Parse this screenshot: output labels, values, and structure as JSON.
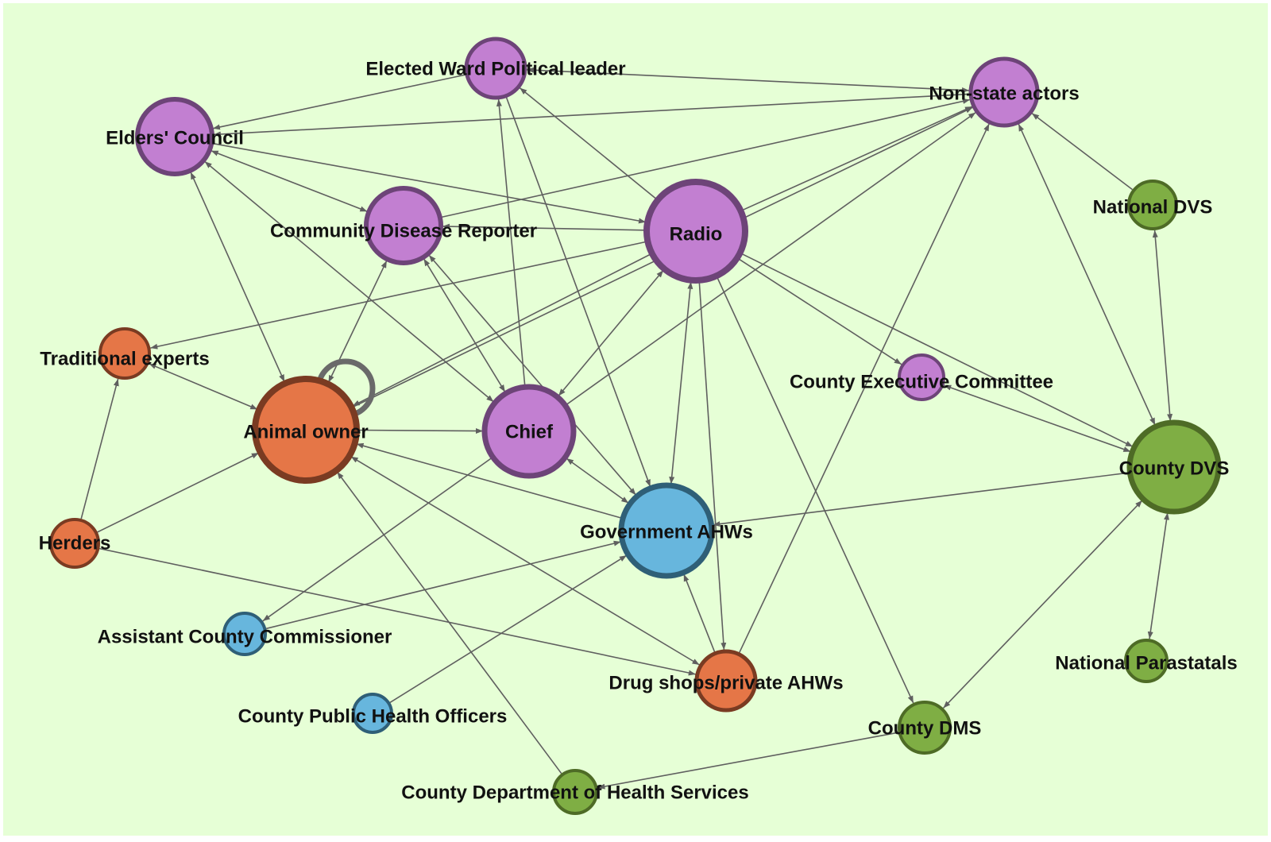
{
  "colors": {
    "background": "#e6ffd6",
    "edge": "#5f5f5f",
    "label": "#111111",
    "groups": {
      "purple": {
        "fill": "#c27fd1",
        "stroke": "#6d4478"
      },
      "orange": {
        "fill": "#e57647",
        "stroke": "#7a3b22"
      },
      "blue": {
        "fill": "#67b6dd",
        "stroke": "#2f5f77"
      },
      "green": {
        "fill": "#7fae44",
        "stroke": "#4e6b26"
      }
    }
  },
  "nodes": [
    {
      "id": "elected-ward-political-leader",
      "label": "Elected Ward Political leader",
      "group": "purple"
    },
    {
      "id": "non-state-actors",
      "label": "Non-state actors",
      "group": "purple"
    },
    {
      "id": "elders-council",
      "label": "Elders' Council",
      "group": "purple"
    },
    {
      "id": "community-disease-reporter",
      "label": "Community Disease Reporter",
      "group": "purple"
    },
    {
      "id": "radio",
      "label": "Radio",
      "group": "purple"
    },
    {
      "id": "national-dvs",
      "label": "National DVS",
      "group": "green"
    },
    {
      "id": "traditional-experts",
      "label": "Traditional experts",
      "group": "orange"
    },
    {
      "id": "county-executive-committee",
      "label": "County Executive Committee",
      "group": "purple"
    },
    {
      "id": "animal-owner",
      "label": "Animal owner",
      "group": "orange"
    },
    {
      "id": "chief",
      "label": "Chief",
      "group": "purple"
    },
    {
      "id": "county-dvs",
      "label": "County DVS",
      "group": "green"
    },
    {
      "id": "government-ahws",
      "label": "Government AHWs",
      "group": "blue"
    },
    {
      "id": "herders",
      "label": "Herders",
      "group": "orange"
    },
    {
      "id": "assistant-county-commissioner",
      "label": "Assistant County Commissioner",
      "group": "blue"
    },
    {
      "id": "national-parastatals",
      "label": "National Parastatals",
      "group": "green"
    },
    {
      "id": "drug-shops-private-ahws",
      "label": "Drug shops/private AHWs",
      "group": "orange"
    },
    {
      "id": "county-public-health-officers",
      "label": "County Public Health Officers",
      "group": "blue"
    },
    {
      "id": "county-dms",
      "label": "County DMS",
      "group": "green"
    },
    {
      "id": "county-department-of-health-services",
      "label": "County Department of Health Services",
      "group": "green"
    }
  ],
  "edges": [
    {
      "from": "elected-ward-political-leader",
      "to": "elders-council",
      "direction": "forward"
    },
    {
      "from": "elected-ward-political-leader",
      "to": "non-state-actors",
      "direction": "both"
    },
    {
      "from": "elected-ward-political-leader",
      "to": "government-ahws",
      "direction": "forward"
    },
    {
      "from": "chief",
      "to": "elected-ward-political-leader",
      "direction": "forward"
    },
    {
      "from": "radio",
      "to": "elected-ward-political-leader",
      "direction": "forward"
    },
    {
      "from": "elders-council",
      "to": "community-disease-reporter",
      "direction": "both"
    },
    {
      "from": "elders-council",
      "to": "radio",
      "direction": "forward"
    },
    {
      "from": "elders-council",
      "to": "animal-owner",
      "direction": "both"
    },
    {
      "from": "elders-council",
      "to": "chief",
      "direction": "both"
    },
    {
      "from": "non-state-actors",
      "to": "elders-council",
      "direction": "forward"
    },
    {
      "from": "community-disease-reporter",
      "to": "non-state-actors",
      "direction": "forward"
    },
    {
      "from": "community-disease-reporter",
      "to": "chief",
      "direction": "both"
    },
    {
      "from": "community-disease-reporter",
      "to": "government-ahws",
      "direction": "both"
    },
    {
      "from": "radio",
      "to": "community-disease-reporter",
      "direction": "forward"
    },
    {
      "from": "animal-owner",
      "to": "community-disease-reporter",
      "direction": "both"
    },
    {
      "from": "radio",
      "to": "non-state-actors",
      "direction": "forward"
    },
    {
      "from": "radio",
      "to": "traditional-experts",
      "direction": "forward"
    },
    {
      "from": "radio",
      "to": "animal-owner",
      "direction": "forward"
    },
    {
      "from": "radio",
      "to": "chief",
      "direction": "both"
    },
    {
      "from": "radio",
      "to": "government-ahws",
      "direction": "both"
    },
    {
      "from": "radio",
      "to": "county-executive-committee",
      "direction": "forward"
    },
    {
      "from": "radio",
      "to": "county-dvs",
      "direction": "forward"
    },
    {
      "from": "radio",
      "to": "drug-shops-private-ahws",
      "direction": "forward"
    },
    {
      "from": "radio",
      "to": "county-dms",
      "direction": "forward"
    },
    {
      "from": "animal-owner",
      "to": "non-state-actors",
      "direction": "forward"
    },
    {
      "from": "chief",
      "to": "non-state-actors",
      "direction": "forward"
    },
    {
      "from": "drug-shops-private-ahws",
      "to": "non-state-actors",
      "direction": "forward"
    },
    {
      "from": "county-dvs",
      "to": "non-state-actors",
      "direction": "both"
    },
    {
      "from": "national-dvs",
      "to": "non-state-actors",
      "direction": "forward"
    },
    {
      "from": "national-dvs",
      "to": "county-dvs",
      "direction": "both"
    },
    {
      "from": "traditional-experts",
      "to": "animal-owner",
      "direction": "both"
    },
    {
      "from": "herders",
      "to": "traditional-experts",
      "direction": "forward"
    },
    {
      "from": "county-dvs",
      "to": "county-executive-committee",
      "direction": "both"
    },
    {
      "from": "animal-owner",
      "to": "animal-owner",
      "direction": "self"
    },
    {
      "from": "animal-owner",
      "to": "chief",
      "direction": "forward"
    },
    {
      "from": "government-ahws",
      "to": "animal-owner",
      "direction": "forward"
    },
    {
      "from": "drug-shops-private-ahws",
      "to": "animal-owner",
      "direction": "both"
    },
    {
      "from": "herders",
      "to": "animal-owner",
      "direction": "forward"
    },
    {
      "from": "county-department-of-health-services",
      "to": "animal-owner",
      "direction": "forward"
    },
    {
      "from": "chief",
      "to": "government-ahws",
      "direction": "both"
    },
    {
      "from": "chief",
      "to": "assistant-county-commissioner",
      "direction": "forward"
    },
    {
      "from": "county-dvs",
      "to": "government-ahws",
      "direction": "forward"
    },
    {
      "from": "county-dvs",
      "to": "county-dms",
      "direction": "both"
    },
    {
      "from": "county-dvs",
      "to": "national-parastatals",
      "direction": "both"
    },
    {
      "from": "assistant-county-commissioner",
      "to": "government-ahws",
      "direction": "forward"
    },
    {
      "from": "county-public-health-officers",
      "to": "government-ahws",
      "direction": "forward"
    },
    {
      "from": "drug-shops-private-ahws",
      "to": "government-ahws",
      "direction": "forward"
    },
    {
      "from": "herders",
      "to": "drug-shops-private-ahws",
      "direction": "forward"
    },
    {
      "from": "county-dms",
      "to": "county-department-of-health-services",
      "direction": "forward"
    }
  ]
}
